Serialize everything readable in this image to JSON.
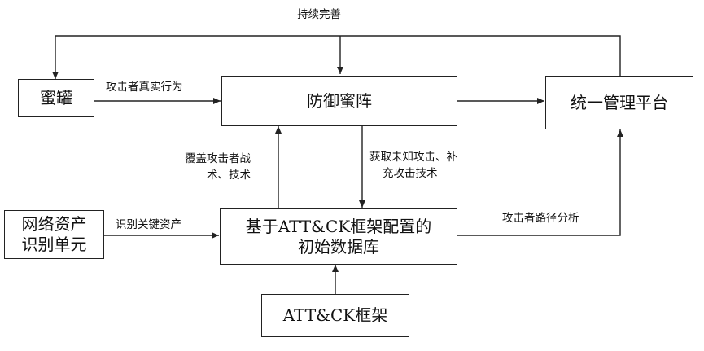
{
  "nodes": {
    "honeypot": "蜜罐",
    "honeynet": "防御蜜阵",
    "platform": "统一管理平台",
    "asset_unit_line1": "网络资产",
    "asset_unit_line2": "识别单元",
    "initial_db_line1": "基于ATT&CK框架配置的",
    "initial_db_line2": "初始数据库",
    "attck": "ATT&CK框架"
  },
  "edges": {
    "continuous_improvement": "持续完善",
    "attacker_behavior": "攻击者真实行为",
    "cover_tactics_line1": "覆盖攻击者战",
    "cover_tactics_line2": "术、技术",
    "obtain_unknown_line1": "获取未知攻击、补",
    "obtain_unknown_line2": "充攻击技术",
    "identify_assets": "识别关键资产",
    "attack_path": "攻击者路径分析"
  }
}
